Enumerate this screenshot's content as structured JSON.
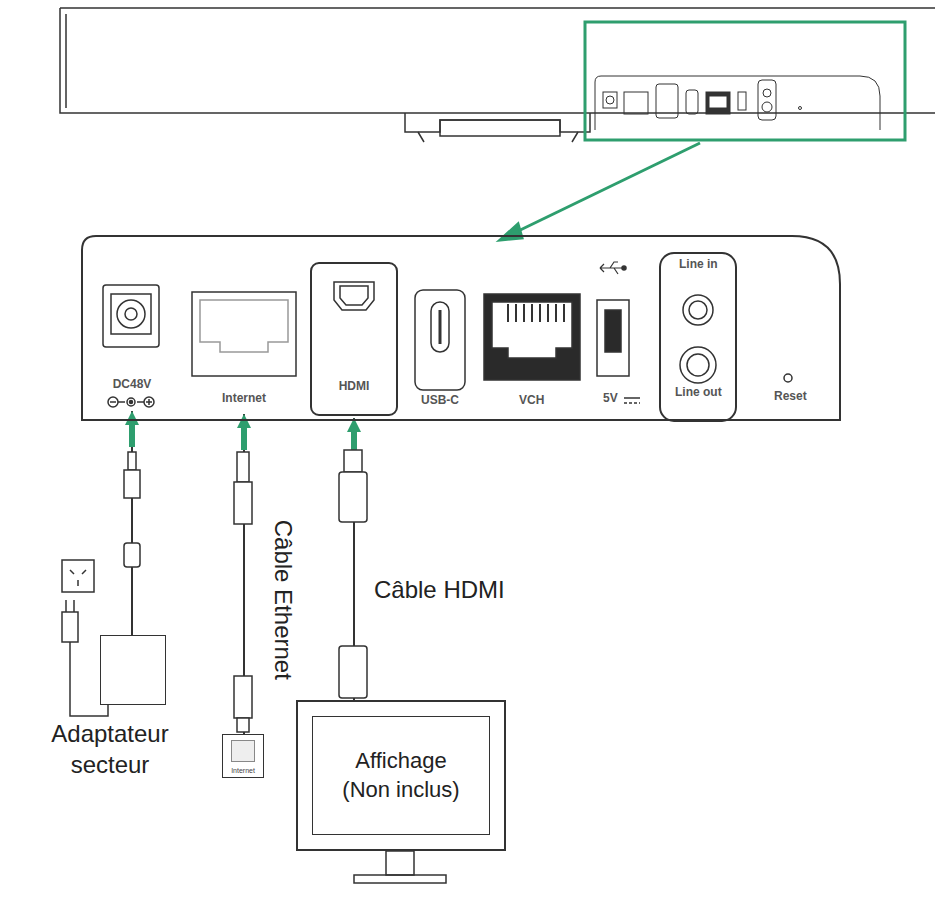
{
  "diagram": {
    "nodes": [
      {
        "text": [
          "DC48V"
        ]
      },
      {
        "text": [
          "Internet"
        ]
      },
      {
        "text": [
          "HDMI"
        ]
      },
      {
        "text": [
          "Adaptateur secteur"
        ]
      },
      {
        "text": [
          "Internet"
        ]
      },
      {
        "text": [
          "Affichage (Non inclus)"
        ]
      }
    ],
    "edges": [
      {
        "from": 3,
        "to": 0,
        "arrow": "to"
      },
      {
        "from": 4,
        "to": 1,
        "arrow": "to",
        "label": "Câble Ethernet"
      },
      {
        "from": 5,
        "to": 2,
        "arrow": "to",
        "label": "Câble HDMI"
      }
    ],
    "labels": [
      "USB-C",
      "VCH",
      "5V",
      "Line in",
      "Line out",
      "Reset"
    ]
  }
}
